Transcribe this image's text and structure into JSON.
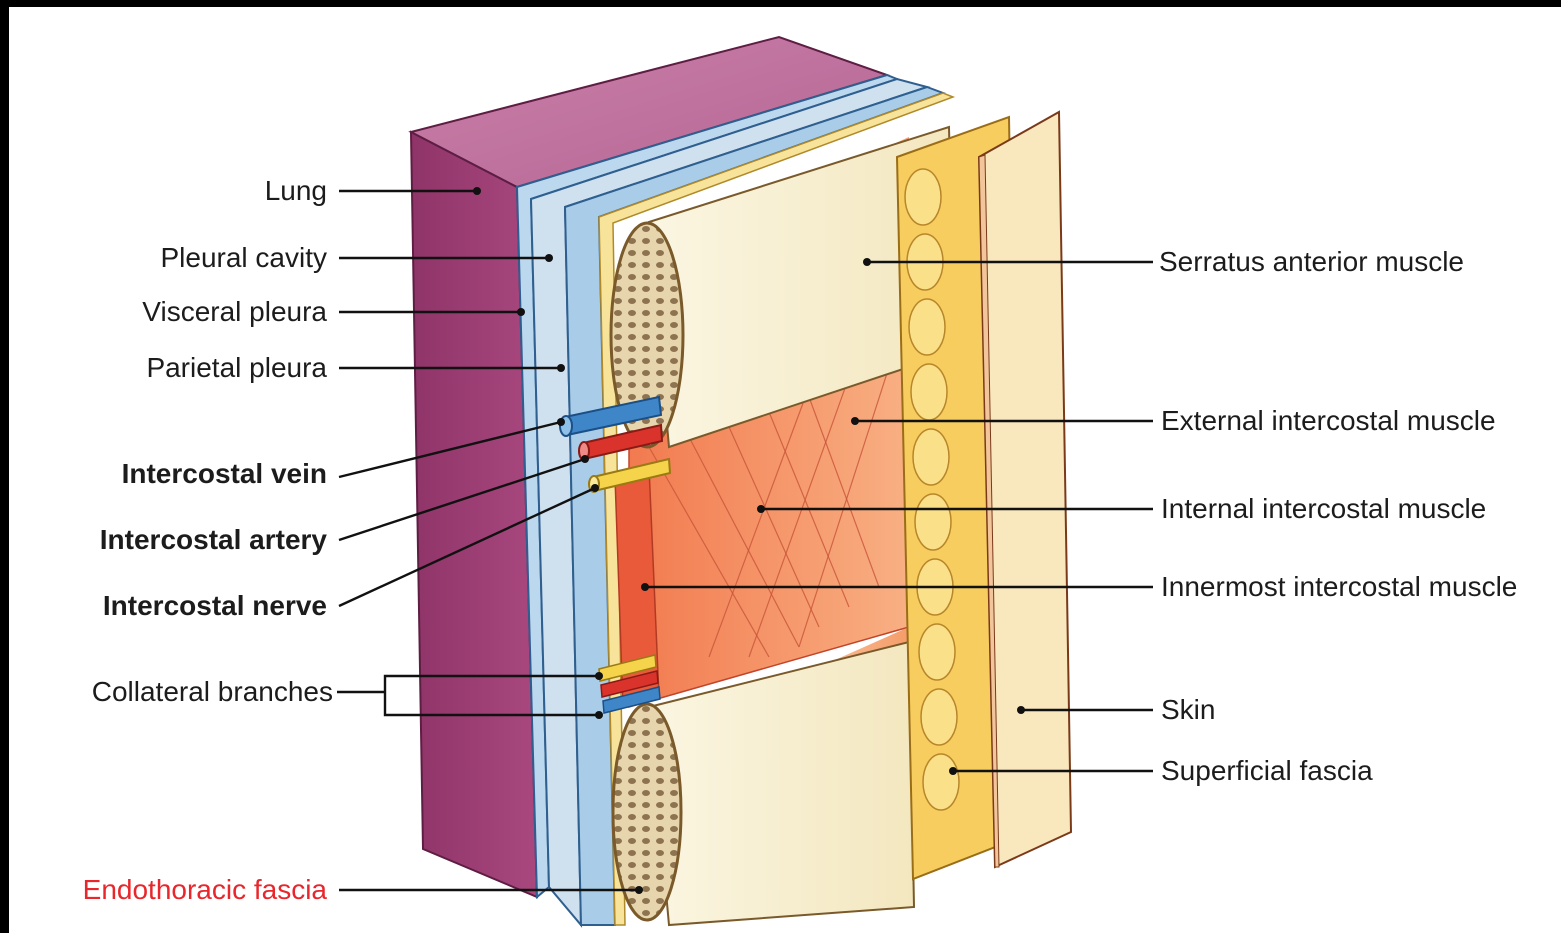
{
  "colors": {
    "background": "#000000",
    "canvas": "#ffffff",
    "lung": "#9c3f76",
    "pleura": "#a9cde8",
    "rib": "#f6efd3",
    "muscle": "#f08a5b",
    "vein": "#3f86c9",
    "artery": "#d9332c",
    "nerve": "#f5d34a",
    "fat": "#f7cd5f",
    "skin": "#f9e7bd",
    "highlight_label": "#e8262b"
  },
  "labels": {
    "lung": "Lung",
    "pleural_cavity": "Pleural cavity",
    "visceral_pleura": "Visceral pleura",
    "parietal_pleura": "Parietal pleura",
    "intercostal_vein": "Intercostal vein",
    "intercostal_artery": "Intercostal artery",
    "intercostal_nerve": "Intercostal nerve",
    "collateral_branches": "Collateral branches",
    "endothoracic_fascia": "Endothoracic fascia",
    "serratus_anterior": "Serratus anterior muscle",
    "external_intercostal": "External intercostal muscle",
    "internal_intercostal": "Internal intercostal muscle",
    "innermost_intercostal": "Innermost intercostal muscle",
    "skin": "Skin",
    "superficial_fascia": "Superficial fascia"
  }
}
